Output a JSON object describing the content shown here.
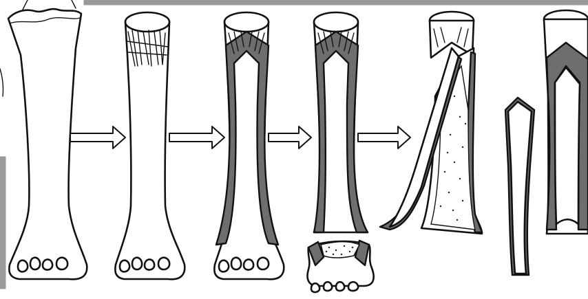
{
  "figure": {
    "description_stages": [
      "intact-bone",
      "epiphysis-cut",
      "cortical-wedge-marked",
      "distal-epiphysis-removed",
      "bone-split",
      "splinters-separated"
    ],
    "colors": {
      "outline": "#111111",
      "cortex": "#6e6e6e",
      "bar": "#9a9a9a",
      "background": "#ffffff",
      "marrow_speckle": "#222222"
    },
    "arrow_count": 4
  }
}
